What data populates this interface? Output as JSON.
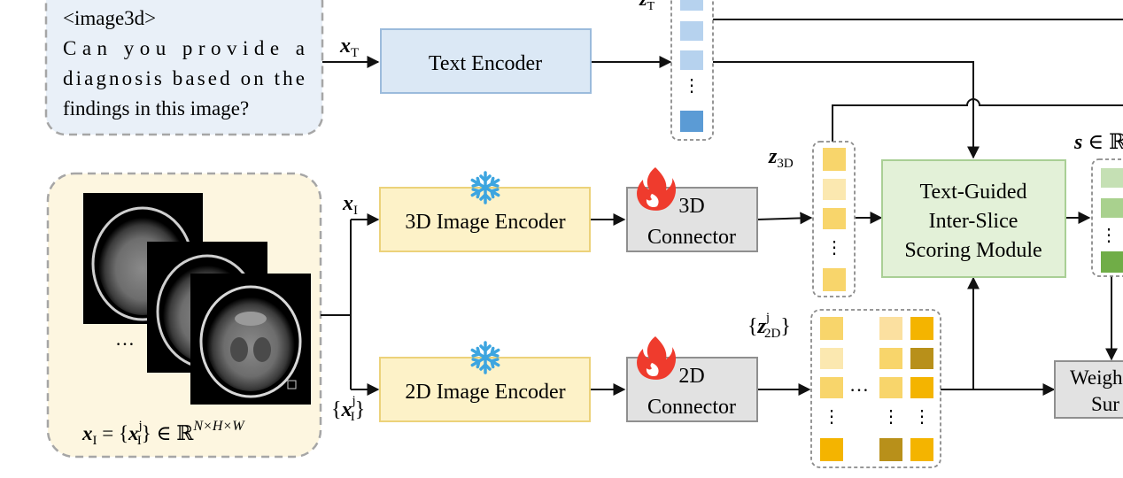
{
  "prompt_box": {
    "tag": "<image3d>",
    "lines": [
      "Can you provide a",
      "diagnosis based on the",
      "findings in this image?"
    ]
  },
  "labels": {
    "x_T": {
      "sym": "x",
      "sub": "T"
    },
    "x_I": {
      "sym": "x",
      "sub": "I"
    },
    "x_I_j": {
      "open": "{",
      "sym": "x",
      "sub": "I",
      "sup": "j",
      "close": "}"
    },
    "z_1": {
      "sym": "z",
      "sub": "T"
    },
    "z_3D": {
      "sym": "z",
      "sub": "3D"
    },
    "z_2D": {
      "open": "{",
      "sym": "z",
      "sub": "2D",
      "sup": "j",
      "close": "}"
    },
    "s": {
      "sym": "s",
      "rest": "∈ ℝ"
    },
    "image_formula": {
      "lhs": "x",
      "lhs_sub": "I",
      "eq": " = {",
      "x": "x",
      "x_sub": "I",
      "x_sup": "j",
      "rest": "} ∈ ℝ",
      "dims": "N×H×W"
    },
    "dots": "…"
  },
  "modules": {
    "text_encoder": "Text Encoder",
    "image3d_encoder": "3D Image Encoder",
    "image2d_encoder": "2D Image Encoder",
    "connector3d": [
      "3D",
      "Connector"
    ],
    "connector2d": [
      "2D",
      "Connector"
    ],
    "scoring": [
      "Text-Guided",
      "Inter-Slice",
      "Scoring Module"
    ],
    "weighted_sum": [
      "Weigh",
      "Sur"
    ]
  },
  "colors": {
    "text_box_fill": "#dbe8f5",
    "text_box_stroke": "#9bbbdc",
    "encoder_fill": "#fdf2c8",
    "encoder_stroke": "#ecd27a",
    "connector_fill": "#e2e2e2",
    "connector_stroke": "#8f8f8f",
    "scoring_fill": "#e3f1d8",
    "scoring_stroke": "#a9cf95",
    "prompt_fill": "#e9f0f8",
    "image_panel_fill": "#fdf6e0",
    "token_blue_light": "#b6d2ee",
    "token_blue_dark": "#5b9bd5",
    "token_yellow": "#f8d56b",
    "token_yellow_light": "#fbe8b0",
    "token_gold": "#f4b400",
    "token_olive": "#b8901a",
    "token_green_light": "#c5e0b4",
    "token_green": "#a9d18e",
    "token_green_dark": "#70ad47",
    "snow": "#3da5e0",
    "flame": "#ef3b2d"
  },
  "icons": [
    "snowflake-icon",
    "flame-icon",
    "ct-slice-image"
  ]
}
